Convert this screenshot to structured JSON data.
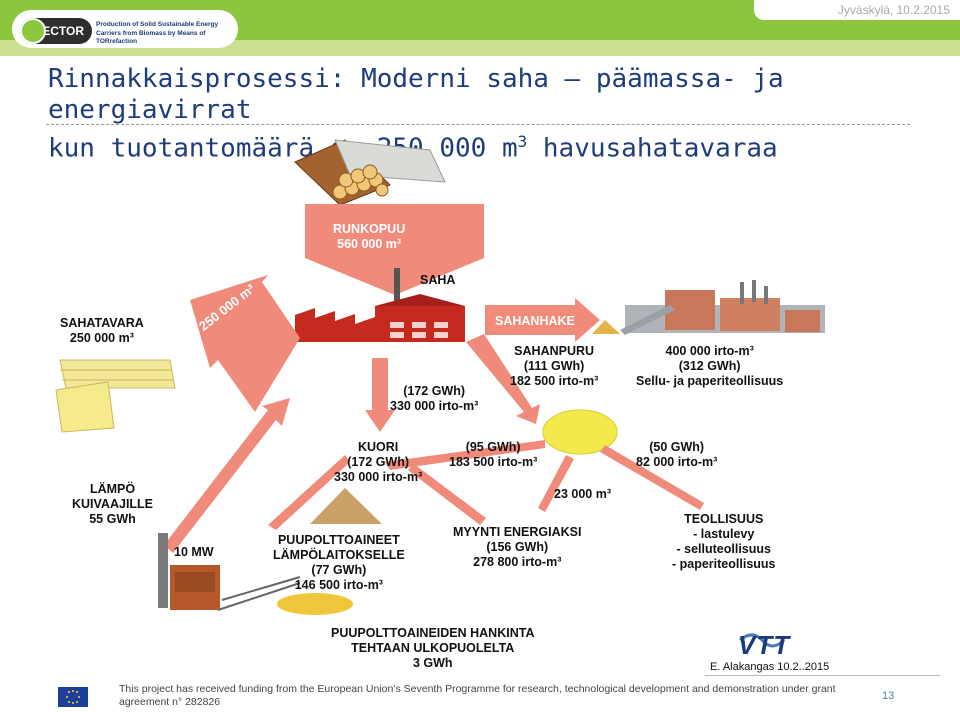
{
  "header": {
    "logo_text": "SECTOR",
    "logo_tagline": "Production of Solid Sustainable Energy Carriers from Biomass by Means of TORrefaction",
    "date": "Jyväskylä, 10.2.2015"
  },
  "title": {
    "line1": "Rinnakkaisprosessi: Moderni saha – päämassa- ja energiavirrat",
    "line2_pre": "kun tuotantomäärä on 250 000 m",
    "line2_sup": "3",
    "line2_post": " havusahatavaraa"
  },
  "diagram": {
    "runkopuu": {
      "l1": "RUNKOPUU",
      "l2": "560 000 m³"
    },
    "saha": "SAHA",
    "sahatavara": {
      "l1": "SAHATAVARA",
      "l2": "250 000 m³"
    },
    "arrow_250": "250 000 m³",
    "sahanhake": "SAHANHAKE",
    "sahanpuru": {
      "l1": "SAHANPURU",
      "l2": "(111 GWh)",
      "l3": "182 500 irto-m³"
    },
    "sellu": {
      "l1": "400 000 irto-m³",
      "l2": "(312 GWh)",
      "l3": "Sellu- ja paperiteollisuus"
    },
    "kuori_flow": {
      "l1": "(172 GWh)",
      "l2": "330 000 irto-m³"
    },
    "kuori": {
      "l1": "KUORI",
      "l2": "(172 GWh)",
      "l3": "330 000 irto-m³"
    },
    "flow95": {
      "l1": "(95 GWh)",
      "l2": "183 500 irto-m³"
    },
    "flow50": {
      "l1": "(50 GWh)",
      "l2": "82 000 irto-m³"
    },
    "flow23": "23 000 m³",
    "lampo": {
      "l1": "LÄMPÖ",
      "l2": "KUIVAAJILLE",
      "l3": "55 GWh"
    },
    "mw": "10 MW",
    "puupolttoaineet": {
      "l1": "PUUPOLTTOAINEET",
      "l2": "LÄMPÖLAITOKSELLE",
      "l3": "(77 GWh)",
      "l4": "146 500 irto-m³"
    },
    "myynti": {
      "l1": "MYYNTI ENERGIAKSI",
      "l2": "(156 GWh)",
      "l3": "278 800 irto-m³"
    },
    "teollisuus": {
      "l1": "TEOLLISUUS",
      "l2": "- lastulevy",
      "l3": "- selluteollisuus",
      "l4": "- paperiteollisuus"
    },
    "hankinta": {
      "l1": "PUUPOLTTOAINEIDEN HANKINTA",
      "l2": "TEHTAAN ULKOPUOLELTA",
      "l3": "3 GWh"
    },
    "credit": "E. Alakangas 10.2..2015",
    "vtt": "VTT"
  },
  "colors": {
    "arrow": "#f08b7b",
    "arrow_dark": "#e8796a",
    "title": "#1f3c7a",
    "topbar": "#8cc63f"
  },
  "footer": {
    "text": "This project has received funding from the European Union’s Seventh Programme for research, technological development and demonstration under grant agreement n° 282826",
    "page": "13"
  }
}
